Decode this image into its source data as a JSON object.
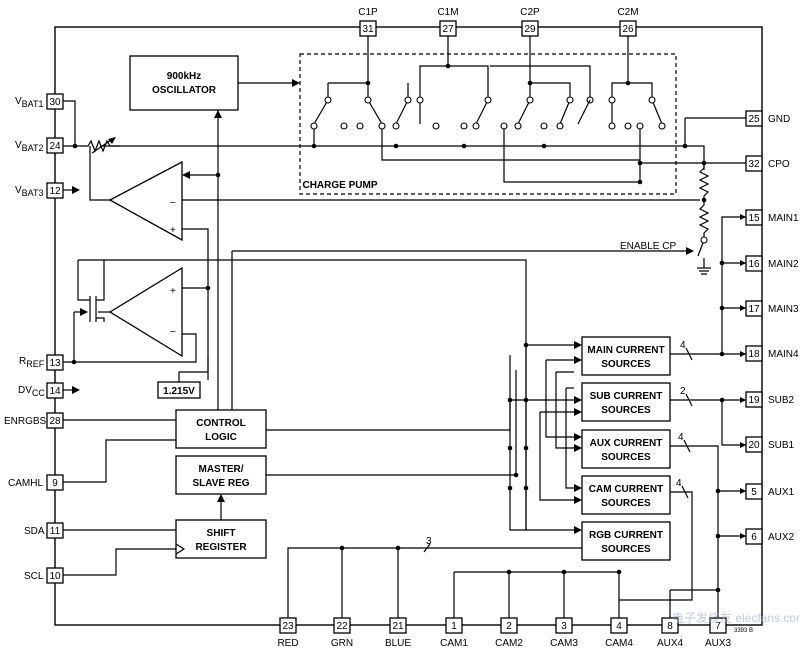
{
  "pins_top": [
    {
      "num": "31",
      "name": "C1P"
    },
    {
      "num": "27",
      "name": "C1M"
    },
    {
      "num": "29",
      "name": "C2P"
    },
    {
      "num": "26",
      "name": "C2M"
    }
  ],
  "pins_left": [
    {
      "num": "30",
      "name": "V",
      "sub": "BAT1"
    },
    {
      "num": "24",
      "name": "V",
      "sub": "BAT2"
    },
    {
      "num": "12",
      "name": "V",
      "sub": "BAT3"
    },
    {
      "num": "13",
      "name": "R",
      "sub": "REF"
    },
    {
      "num": "14",
      "name": "DV",
      "sub": "CC"
    },
    {
      "num": "28",
      "name": "ENRGBS",
      "sub": ""
    },
    {
      "num": "9",
      "name": "CAMHL",
      "sub": ""
    },
    {
      "num": "11",
      "name": "SDA",
      "sub": ""
    },
    {
      "num": "10",
      "name": "SCL",
      "sub": ""
    }
  ],
  "pins_right": [
    {
      "num": "25",
      "name": "GND"
    },
    {
      "num": "32",
      "name": "CPO"
    },
    {
      "num": "15",
      "name": "MAIN1"
    },
    {
      "num": "16",
      "name": "MAIN2"
    },
    {
      "num": "17",
      "name": "MAIN3"
    },
    {
      "num": "18",
      "name": "MAIN4"
    },
    {
      "num": "19",
      "name": "SUB2"
    },
    {
      "num": "20",
      "name": "SUB1"
    },
    {
      "num": "5",
      "name": "AUX1"
    },
    {
      "num": "6",
      "name": "AUX2"
    }
  ],
  "pins_bottom": [
    {
      "num": "23",
      "name": "RED"
    },
    {
      "num": "22",
      "name": "GRN"
    },
    {
      "num": "21",
      "name": "BLUE"
    },
    {
      "num": "1",
      "name": "CAM1"
    },
    {
      "num": "2",
      "name": "CAM2"
    },
    {
      "num": "3",
      "name": "CAM3"
    },
    {
      "num": "4",
      "name": "CAM4"
    },
    {
      "num": "8",
      "name": "AUX4"
    },
    {
      "num": "7",
      "name": "AUX3"
    }
  ],
  "blocks": {
    "oscillator": [
      "900kHz",
      "OSCILLATOR"
    ],
    "charge_pump": "CHARGE PUMP",
    "control_logic": [
      "CONTROL",
      "LOGIC"
    ],
    "master_slave": [
      "MASTER/",
      "SLAVE REG"
    ],
    "shift_register": [
      "SHIFT",
      "REGISTER"
    ],
    "main_sources": [
      "MAIN CURRENT",
      "SOURCES"
    ],
    "sub_sources": [
      "SUB CURRENT",
      "SOURCES"
    ],
    "aux_sources": [
      "AUX CURRENT",
      "SOURCES"
    ],
    "cam_sources": [
      "CAM CURRENT",
      "SOURCES"
    ],
    "rgb_sources": [
      "RGB CURRENT",
      "SOURCES"
    ],
    "vref": "1.215V"
  },
  "labels": {
    "enable_cp": "ENABLE CP",
    "bus_main": "4",
    "bus_sub": "2",
    "bus_aux": "4",
    "bus_cam": "4",
    "bus_rgb": "3",
    "opamp_minus": "–",
    "opamp_plus": "+",
    "fig_id": "3393 B",
    "watermark": "电子发烧友 elecfans.com"
  }
}
